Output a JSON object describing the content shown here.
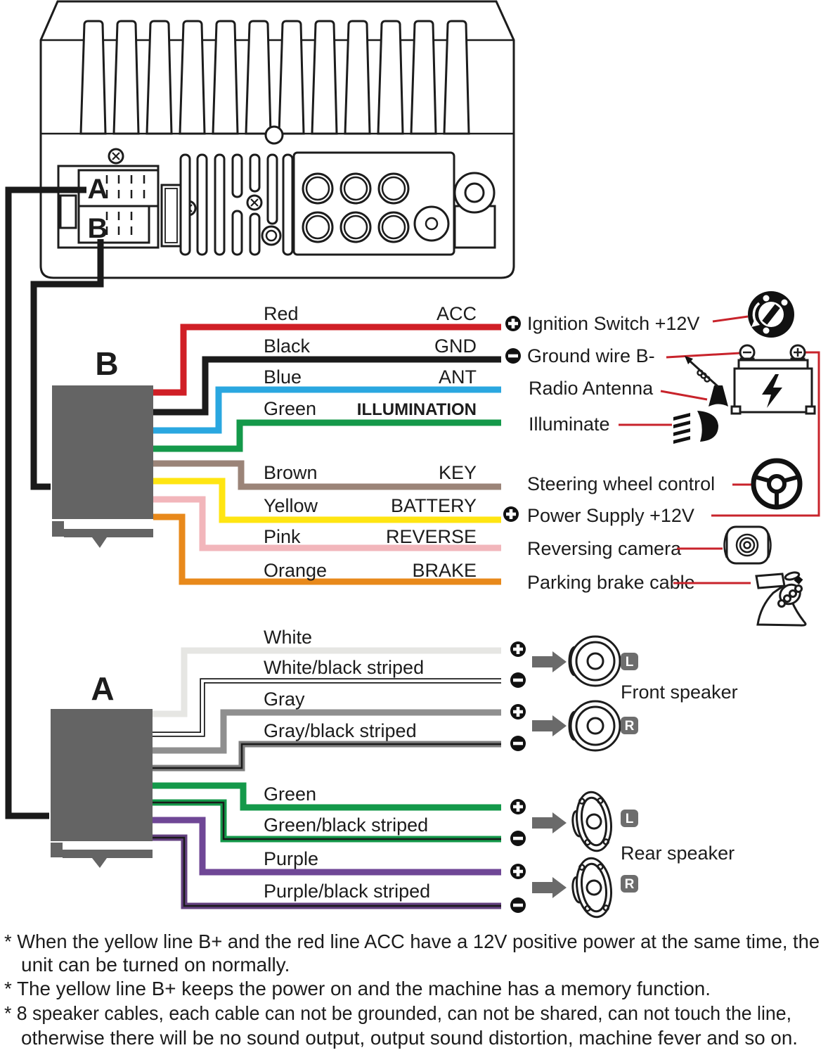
{
  "title": "Car stereo wiring diagram",
  "colors": {
    "link_red": "#c8232b",
    "connector_block": "#646464",
    "arrow_gray": "#6a6a6a",
    "badge_gray": "#6d6d6d",
    "line_black": "#1a1a1a"
  },
  "unit": {
    "connector_a_label": "A",
    "connector_b_label": "B"
  },
  "harness_b": {
    "connector_label": "B",
    "wires": [
      {
        "name": "Red",
        "function": "ACC",
        "color": "#d01f26"
      },
      {
        "name": "Black",
        "function": "GND",
        "color": "#1b1b1b"
      },
      {
        "name": "Blue",
        "function": "ANT",
        "color": "#2aa7e0"
      },
      {
        "name": "Green",
        "function": "ILLUMINATION",
        "color": "#14994a"
      },
      {
        "name": "Brown",
        "function": "KEY",
        "color": "#9b8478"
      },
      {
        "name": "Yellow",
        "function": "BATTERY",
        "color": "#ffe512"
      },
      {
        "name": "Pink",
        "function": "REVERSE",
        "color": "#f2b6bb"
      },
      {
        "name": "Orange",
        "function": "BRAKE",
        "color": "#e8891b"
      }
    ],
    "annotations": [
      {
        "polarity": "+",
        "text": "Ignition Switch +12V",
        "icon": "ignition-switch-icon"
      },
      {
        "polarity": "-",
        "text": "Ground wire B-",
        "icon": "battery-icon"
      },
      {
        "polarity": "",
        "text": "Radio Antenna",
        "icon": "antenna-icon"
      },
      {
        "polarity": "",
        "text": "Illuminate",
        "icon": "headlight-icon"
      },
      {
        "polarity": "",
        "text": "Steering wheel control",
        "icon": "steering-wheel-icon"
      },
      {
        "polarity": "+",
        "text": "Power Supply +12V",
        "icon": "battery-icon"
      },
      {
        "polarity": "",
        "text": "Reversing camera",
        "icon": "camera-icon"
      },
      {
        "polarity": "",
        "text": "Parking brake cable",
        "icon": "handbrake-icon"
      }
    ]
  },
  "harness_a": {
    "connector_label": "A",
    "wires": [
      {
        "name": "White",
        "color": "#e6e6e3",
        "striped": false
      },
      {
        "name": "White/black striped",
        "color": "#ffffff",
        "striped": true
      },
      {
        "name": "Gray",
        "color": "#8f8f8f",
        "striped": false
      },
      {
        "name": "Gray/black striped",
        "color": "#7e7e7e",
        "striped": true
      },
      {
        "name": "Green",
        "color": "#14994a",
        "striped": false
      },
      {
        "name": "Green/black striped",
        "color": "#14994a",
        "striped": true
      },
      {
        "name": "Purple",
        "color": "#6f4796",
        "striped": false
      },
      {
        "name": "Purple/black striped",
        "color": "#63407f",
        "striped": true
      }
    ],
    "speaker_groups": [
      {
        "label": "Front speaker",
        "badges": [
          "L",
          "R"
        ]
      },
      {
        "label": "Rear speaker",
        "badges": [
          "L",
          "R"
        ]
      }
    ]
  },
  "footnotes": [
    "* When the yellow line B+ and the red line ACC have a 12V positive power at the same time, the",
    "unit can be turned on normally.",
    "* The yellow line B+ keeps the power on and the machine has a memory function.",
    "* 8 speaker cables, each cable can not be grounded, can not be shared, can not touch the line,",
    "otherwise there will be no sound output, output sound distortion, machine fever and so on."
  ]
}
